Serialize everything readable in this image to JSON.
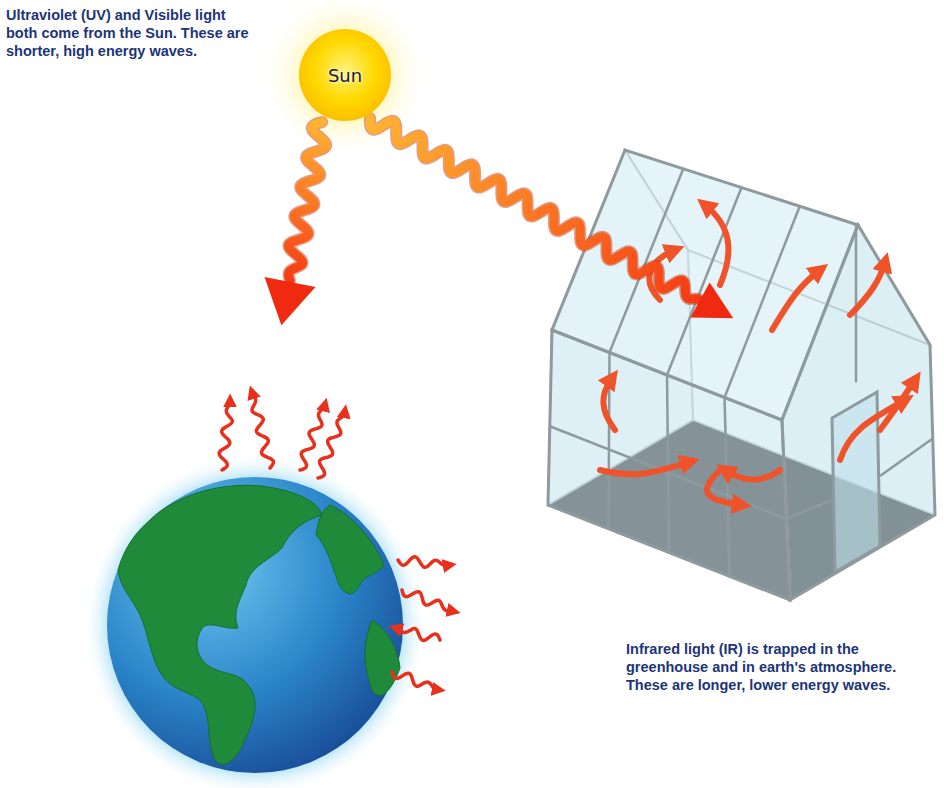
{
  "diagram": {
    "nodes": [
      {
        "text": [
          "Sun"
        ]
      }
    ],
    "labels": [
      "Ultraviolet (UV) and Visible light both come from the Sun. These are shorter, high energy waves.",
      "Infrared light (IR) is trapped in the greenhouse and in earth's atmosphere. These are longer, lower energy waves."
    ]
  }
}
